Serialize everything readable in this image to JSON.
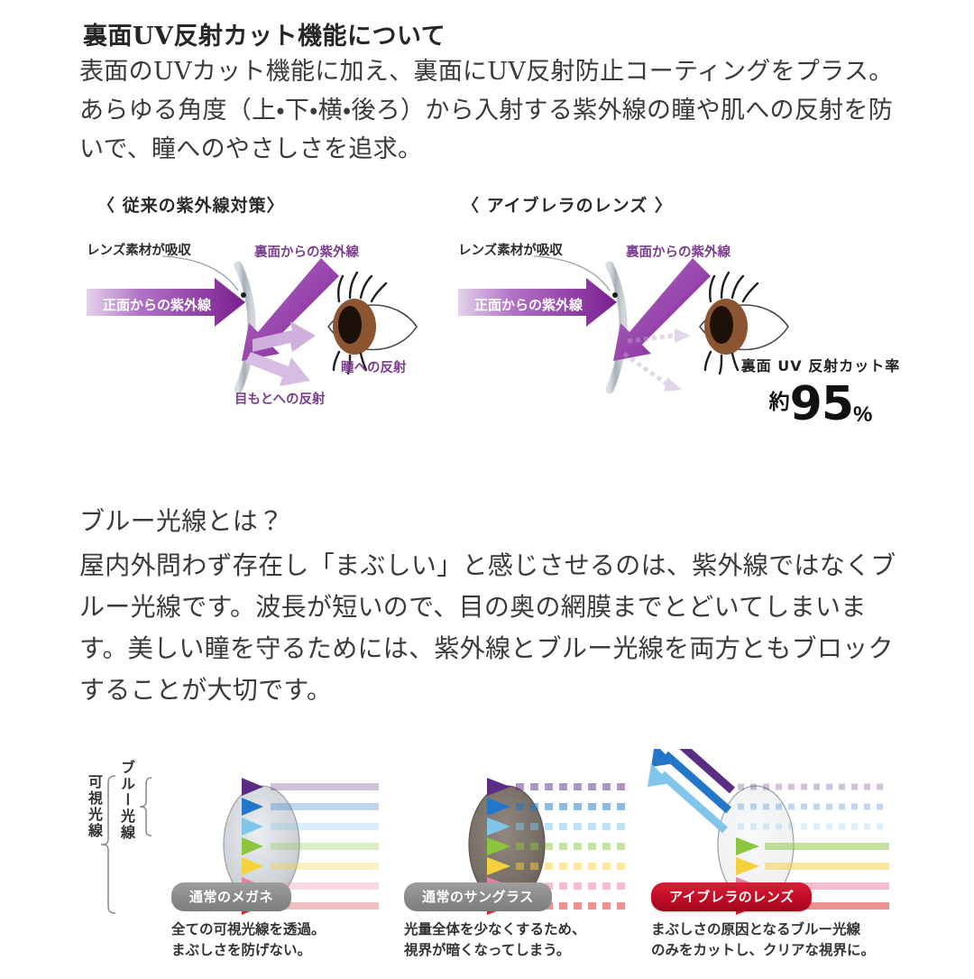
{
  "uv_section": {
    "heading": "裏面UV反射カット機能について",
    "body": "表面のUVカット機能に加え、裏面にUV反射防止コーティングをプラス。あらゆる角度（上・下・横・後ろ）から入射する紫外線の瞳や肌への反射を防いで、瞳へのやさしさを追求。",
    "panels": [
      {
        "title": "〈 従来の紫外線対策〉",
        "labels": {
          "absorb": "レンズ素材が吸収",
          "back_uv": "裏面からの紫外線",
          "front_uv": "正面からの紫外線",
          "pupil_reflection": "瞳への反射",
          "eyearea_reflection": "目もとへの反射"
        }
      },
      {
        "title": "〈 アイブレラのレンズ 〉",
        "labels": {
          "absorb": "レンズ素材が吸収",
          "back_uv": "裏面からの紫外線",
          "front_uv": "正面からの紫外線"
        },
        "stat": {
          "caption": "裏面 UV 反射カット率",
          "prefix": "約",
          "value": "95",
          "unit": "%"
        }
      }
    ]
  },
  "blue_section": {
    "heading": "ブルー光線とは？",
    "body": "屋内外問わず存在し「まぶしい」と感じさせるのは、紫外線ではなくブルー光線です。波長が短いので、目の奥の網膜までとどいてしまいます。美しい瞳を守るためには、紫外線とブルー光線を両方ともブロックすることが大切です。"
  },
  "comparison": {
    "axis_labels": {
      "visible_light": "可視光線",
      "blue_light": "ブルー光線"
    },
    "items": [
      {
        "badge": "通常のメガネ",
        "badge_style": "gray",
        "caption_line1": "全ての可視光線を透過。",
        "caption_line2": "まぶしさを防げない。"
      },
      {
        "badge": "通常のサングラス",
        "badge_style": "gray",
        "caption_line1": "光量全体を少なくするため、",
        "caption_line2": "視界が暗くなってしまう。"
      },
      {
        "badge": "アイブレラのレンズ",
        "badge_style": "red",
        "caption_line1": "まぶしさの原因となるブルー光線",
        "caption_line2": "のみをカットし、クリアな視界に。"
      }
    ]
  },
  "colors": {
    "uv_purple": "#8e2f9e",
    "light_purple": "#c9a8d8",
    "lens_gray": "#b7bdc2",
    "iris_brown": "#8a5530",
    "badge_gray": "#8a8a8a",
    "badge_red": "#c00c26",
    "ray_violet": "#5b2d82",
    "ray_blue": "#2277c8",
    "ray_cyan": "#7fc6ea",
    "ray_green": "#8cc63f",
    "ray_yellow": "#f3d23b",
    "ray_pink": "#e87fa4",
    "ray_red": "#d42a2a"
  }
}
